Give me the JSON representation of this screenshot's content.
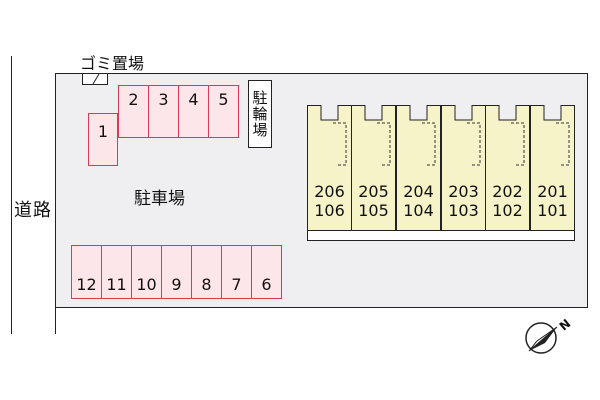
{
  "road": {
    "label": "道路"
  },
  "garbage": {
    "label": "ゴミ置場"
  },
  "bicycle": {
    "label": "駐輪場"
  },
  "parking": {
    "label": "駐車場",
    "top_spots": [
      "1",
      "2",
      "3",
      "4",
      "5"
    ],
    "bottom_spots": [
      "12",
      "11",
      "10",
      "9",
      "8",
      "7",
      "6"
    ]
  },
  "building": {
    "units_upper": [
      "206",
      "205",
      "204",
      "203",
      "202",
      "201"
    ],
    "units_lower": [
      "106",
      "105",
      "104",
      "103",
      "102",
      "101"
    ]
  },
  "compass": {
    "label": "N"
  },
  "colors": {
    "spot_fill": "#fde6ea",
    "spot_border": "#d83c55",
    "unit_fill": "#f6f3c8",
    "lot_fill": "#efeff1"
  }
}
